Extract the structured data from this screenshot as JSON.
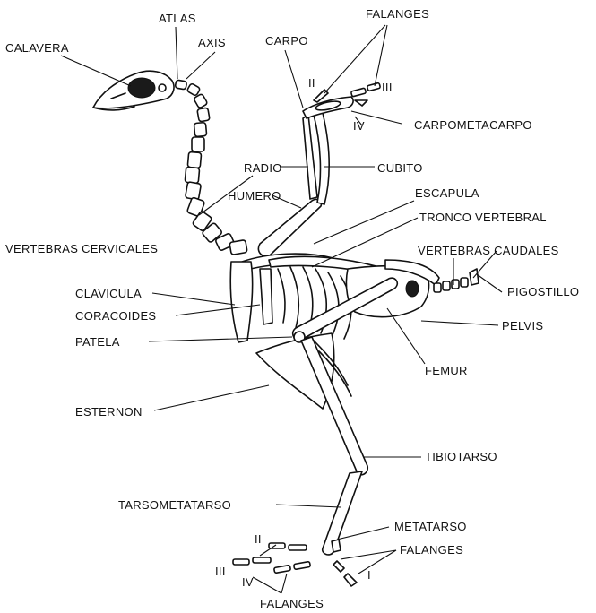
{
  "labels": {
    "calavera": "CALAVERA",
    "atlas": "ATLAS",
    "axis": "AXIS",
    "carpo": "CARPO",
    "falanges_wing": "FALANGES",
    "digit_ii_wing": "II",
    "digit_iii_wing": "III",
    "digit_iv_wing": "IV",
    "carpometacarpo": "CARPOMETACARPO",
    "radio": "RADIO",
    "cubito": "CUBITO",
    "humero": "HUMERO",
    "escapula": "ESCAPULA",
    "tronco_vertebral": "TRONCO   VERTEBRAL",
    "vertebras_cervicales": "VERTEBRAS  CERVICALES",
    "vertebras_caudales": "VERTEBRAS  CAUDALES",
    "pigostillo": "PIGOSTILLO",
    "clavicula": "CLAVICULA",
    "coracoides": "CORACOIDES",
    "pelvis": "PELVIS",
    "patela": "PATELA",
    "femur": "FEMUR",
    "esternon": "ESTERNON",
    "tibiotarso": "TIBIOTARSO",
    "tarsometatarso": "TARSOMETATARSO",
    "metatarso": "METATARSO",
    "falanges_foot_right": "FALANGES",
    "digit_i_right": "I",
    "digit_ii_foot": "II",
    "digit_iii_foot": "III",
    "digit_iv_foot": "IV",
    "falanges_foot_bottom": "FALANGES"
  }
}
